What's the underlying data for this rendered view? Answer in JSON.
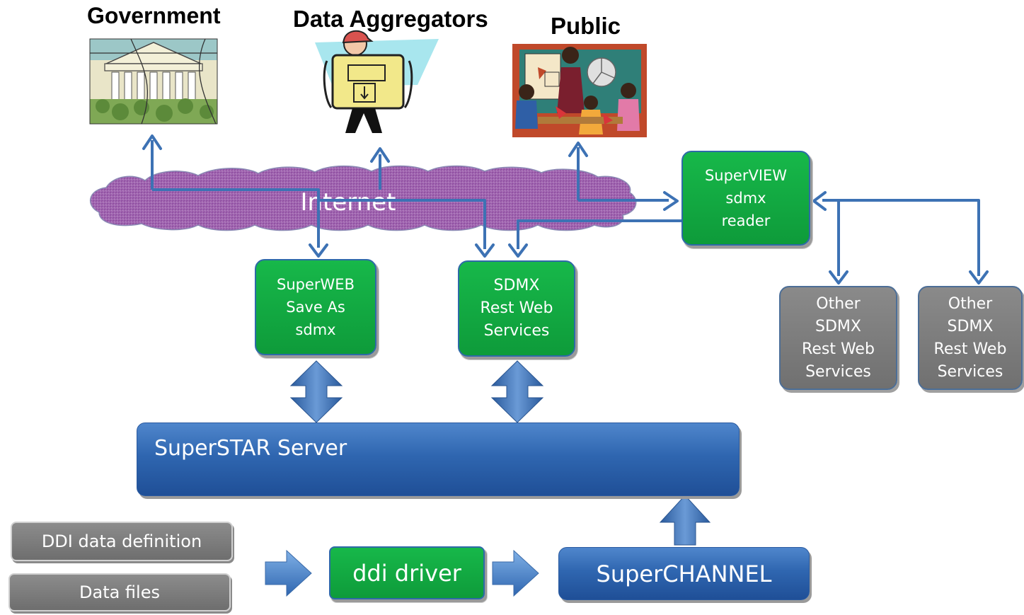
{
  "diagram": {
    "audiences": {
      "government": "Government",
      "data_aggregators": "Data Aggregators",
      "public": "Public"
    },
    "cloud_label": "Internet",
    "nodes": {
      "superview": "SuperVIEW\nsdmx\nreader",
      "superweb": "SuperWEB\nSave As\nsdmx",
      "sdmx_rest": "SDMX\nRest Web\nServices",
      "other_sdmx_1": "Other\nSDMX\nRest Web\nServices",
      "other_sdmx_2": "Other\nSDMX\nRest Web\nServices",
      "superstar_server": "SuperSTAR Server",
      "ddi_data_definition": "DDI data definition",
      "data_files": "Data files",
      "ddi_driver": "ddi driver",
      "superchannel": "SuperCHANNEL"
    },
    "colors": {
      "green_box": "#12a843",
      "blue_box": "#2f66b0",
      "grey_box": "#7c7c7c",
      "arrow": "#3d72b4",
      "cloud": "#9a4fa8"
    }
  }
}
